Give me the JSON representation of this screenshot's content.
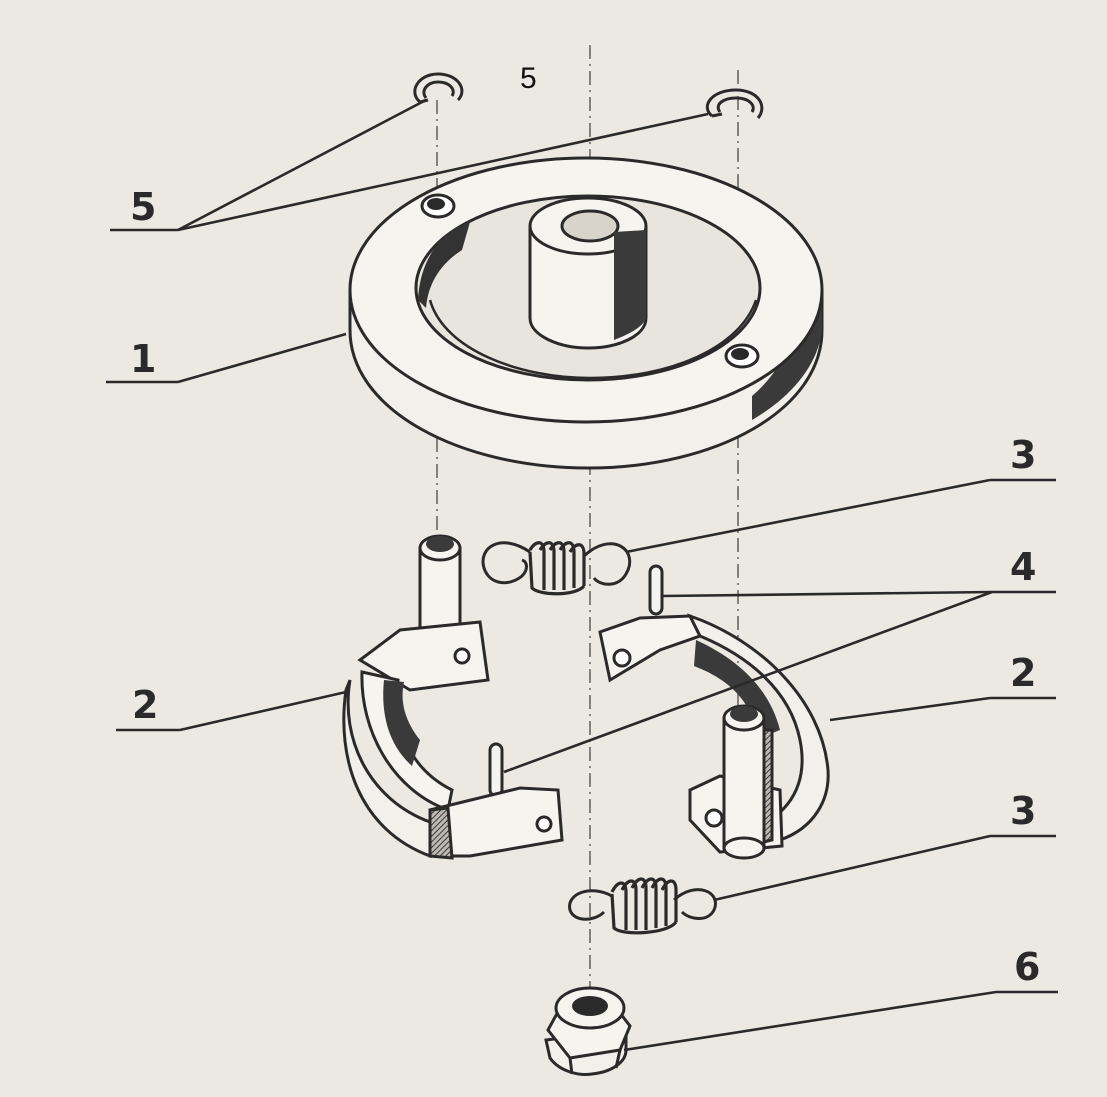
{
  "diagram": {
    "top_label": "5",
    "callouts": [
      {
        "id": "c5",
        "text": "5"
      },
      {
        "id": "c1",
        "text": "1"
      },
      {
        "id": "c3a",
        "text": "3"
      },
      {
        "id": "c4",
        "text": "4"
      },
      {
        "id": "c2a",
        "text": "2"
      },
      {
        "id": "c2b",
        "text": "2"
      },
      {
        "id": "c3b",
        "text": "3"
      },
      {
        "id": "c6",
        "text": "6"
      }
    ],
    "colors": {
      "ink": "#2a2a2a",
      "paper": "#ece9e2",
      "shade": "#3a3a3a",
      "light": "#f6f4ef"
    }
  }
}
